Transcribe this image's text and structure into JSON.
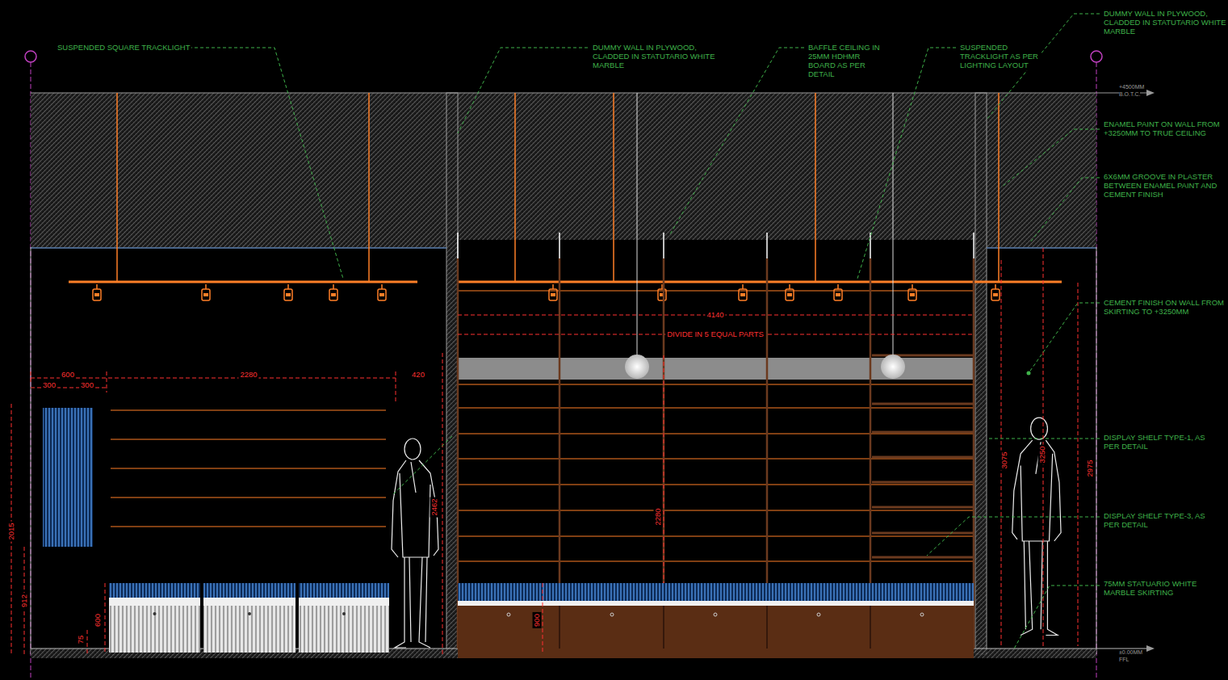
{
  "diagram": {
    "labels": [
      "SUSPENDED SQUARE TRACKLIGHT",
      "DUMMY WALL IN PLYWOOD, CLADDED IN STATUTARIO WHITE MARBLE",
      "BAFFLE CEILING IN 25MM HDHMR BOARD AS PER DETAIL",
      "SUSPENDED TRACKLIGHT AS PER LIGHTING LAYOUT",
      "DUMMY WALL IN PLYWOOD, CLADDED IN STATUTARIO WHITE MARBLE",
      "+4500MM",
      "B.O.T.C.",
      "ENAMEL PAINT ON WALL FROM +3250MM TO TRUE CEILING",
      "6X6MM GROOVE IN PLASTER BETWEEN ENAMEL PAINT AND CEMENT FINISH",
      "CEMENT FINISH ON WALL FROM SKIRTING TO +3250MM",
      "DISPLAY SHELF TYPE-1, AS PER DETAIL",
      "DISPLAY SHELF TYPE-3, AS PER DETAIL",
      "75MM STATUARIO WHITE MARBLE SKIRTING",
      "±0.00MM",
      "FFL",
      "600",
      "300",
      "300",
      "2280",
      "420",
      "2015",
      "912",
      "600",
      "75",
      "2462",
      "4140",
      "DIVIDE IN 5 EQUAL PARTS",
      "2280",
      "900",
      "3075",
      "3250",
      "2975"
    ]
  }
}
